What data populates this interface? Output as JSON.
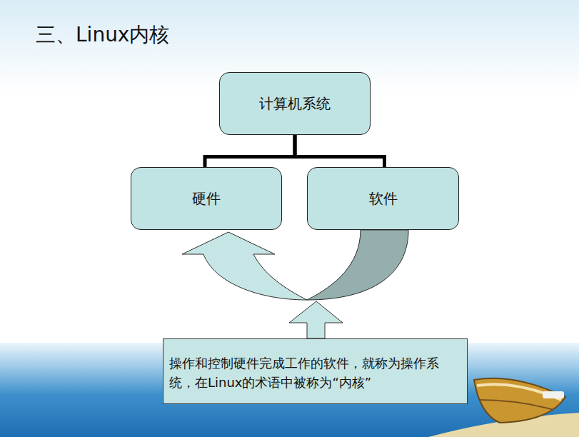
{
  "diagram": {
    "title": "三、Linux内核",
    "nodes": [
      {
        "text": [
          "计算机系统"
        ]
      },
      {
        "text": [
          "硬件"
        ]
      },
      {
        "text": [
          "软件"
        ]
      },
      {
        "text": [
          "操作和控制硬件完成工作的软件，就称为操作系统，在Linux的术语中被称为“内核”"
        ]
      }
    ],
    "edges": [
      {
        "from": 0,
        "to": 1,
        "arrow": "none"
      },
      {
        "from": 0,
        "to": 2,
        "arrow": "none"
      },
      {
        "from": 2,
        "to": 1,
        "arrow": "to"
      }
    ]
  }
}
